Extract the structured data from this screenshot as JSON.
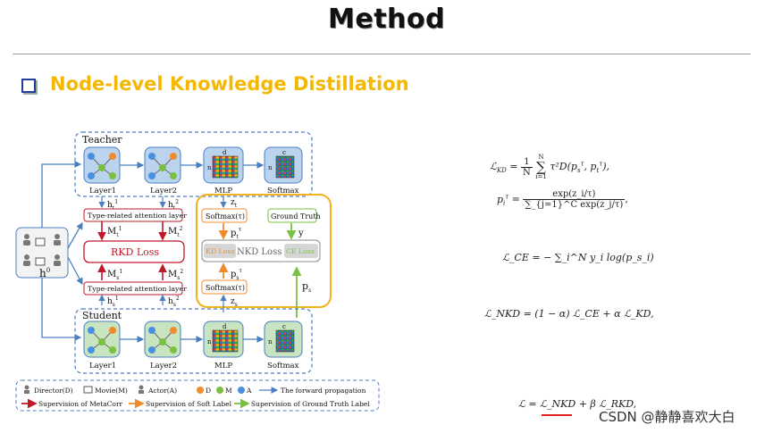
{
  "slide": {
    "title": "Method",
    "subtitle": "Node-level Knowledge Distillation"
  },
  "diagram": {
    "teacher_label": "Teacher",
    "student_label": "Student",
    "layer1": "Layer1",
    "layer2": "Layer2",
    "mlp": "MLP",
    "softmax": "Softmax",
    "att_layer": "Type-related attention layer",
    "rkd_loss": "RKD Loss",
    "softmax_tau": "Softmax(τ)",
    "ground_truth": "Ground Truth",
    "kd_loss": "KD Loss",
    "nkd_loss": "NKD Loss",
    "ce_loss": "CE Loss",
    "h0": "h",
    "h0_sup": "0",
    "zt": "z",
    "zt_sub": "t",
    "zs": "z",
    "zs_sub": "s",
    "pt": "p",
    "pt_sub": "t",
    "pt_sup": "τ",
    "ps_tau": "p",
    "ps_tau_sub": "s",
    "ps_tau_sup": "τ",
    "ps": "p",
    "ps_sub": "s",
    "y": "y",
    "mt1": "M",
    "mt1_sub": "t",
    "mt1_sup": "1",
    "mt2": "M",
    "mt2_sub": "t",
    "mt2_sup": "2",
    "ms1": "M",
    "ms1_sub": "s",
    "ms1_sup": "1",
    "ms2": "M",
    "ms2_sub": "s",
    "ms2_sup": "2",
    "ht1": "h",
    "ht1_sub": "t",
    "ht1_sup": "1",
    "ht2": "h",
    "ht2_sub": "t",
    "ht2_sup": "2",
    "hs1": "h",
    "hs1_sub": "s",
    "hs1_sup": "1",
    "hs2": "h",
    "hs2_sub": "s",
    "hs2_sup": "2",
    "mat_n": "n",
    "mat_d": "d",
    "mat_c": "c"
  },
  "legend": {
    "director": "Director(D)",
    "movie": "Movie(M)",
    "actor": "Actor(A)",
    "d": "D",
    "m": "M",
    "a": "A",
    "forward": "The forward propagation",
    "sup_metacorr": "Supervision of MetaCorr",
    "sup_soft": "Supervision of Soft Label",
    "sup_gt": "Supervision of Ground Truth Label"
  },
  "formulas": {
    "kd_lhs": "ℒ",
    "kd_lhs_sub": "KD",
    "kd_eq": "=",
    "kd_frac_num": "1",
    "kd_frac_den": "N",
    "kd_sum_top": "N",
    "kd_sum_bottom": "i=1",
    "kd_body": "τ²D(p",
    "kd_body_sub1": "s",
    "kd_body_sup1": "τ",
    "kd_body_mid": ", p",
    "kd_body_sub2": "t",
    "kd_body_sup2": "τ",
    "kd_body_end": "),",
    "p_lhs": "p",
    "p_lhs_sub": "i",
    "p_lhs_sup": "τ",
    "p_num": "exp(z_i/τ)",
    "p_den": "∑_{j=1}^C exp(z_j/τ)",
    "p_end": ",",
    "ce": "ℒ_CE = − ∑_i^N y_i log(p_s_i)",
    "nkd": "ℒ_NKD = (1 − α) ℒ_CE + α ℒ_KD,",
    "total": "ℒ = ℒ_NKD + β ℒ_RKD,"
  },
  "watermark": "CSDN @静静喜欢大白",
  "colors": {
    "title_accent": "#f5b800",
    "bullet": "#1f3d99",
    "box_blue": "#4a7fc1",
    "rkd_red": "#c0182a",
    "soft_orange": "#f08c2c",
    "gt_green": "#7ac143",
    "nkd_border": "#f2b21a"
  }
}
